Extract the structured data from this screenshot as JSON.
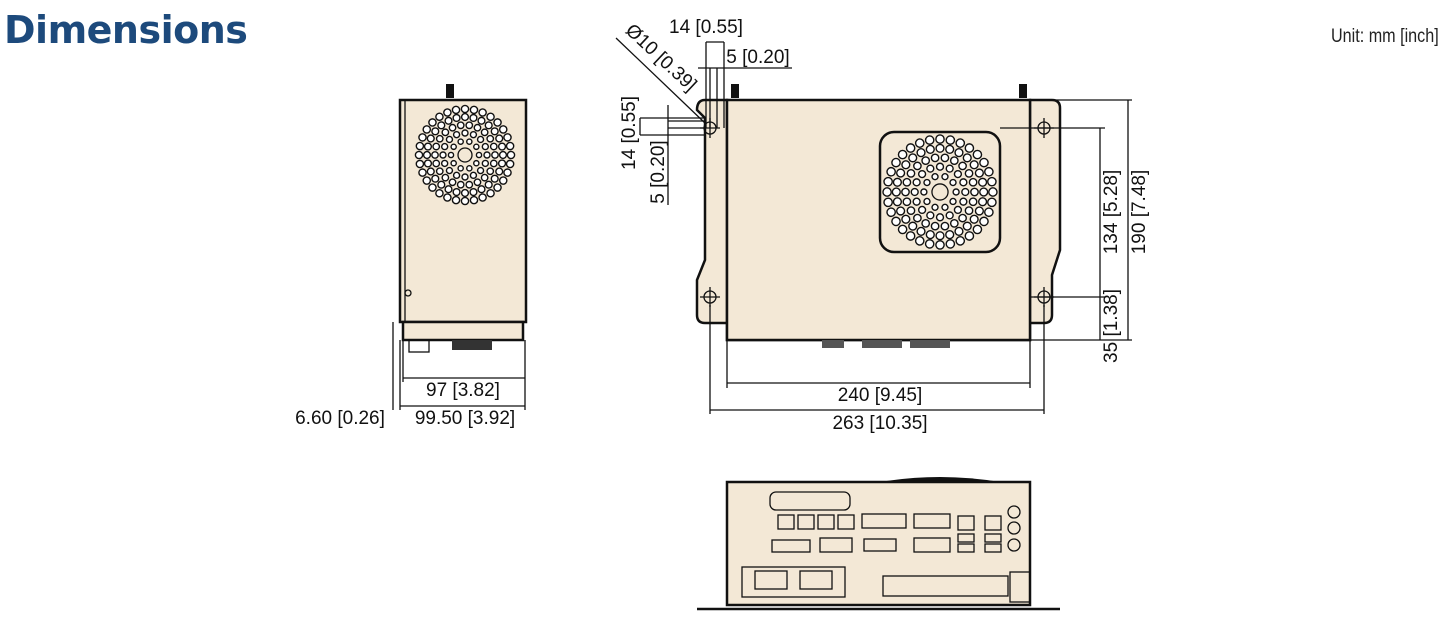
{
  "title": "Dimensions",
  "unit_label": "Unit: mm [inch]",
  "dimensions": {
    "side_depth_inner": "97 [3.82]",
    "side_depth_total": "99.50 [3.92]",
    "side_offset": "6.60 [0.26]",
    "top_width_body": "240 [9.45]",
    "top_width_total": "263 [10.35]",
    "hole_spacing_vertical": "134 [5.28]",
    "height_total": "190 [7.48]",
    "hole_offset_bottom": "35 [1.38]",
    "flange_width_top": "14 [0.55]",
    "hole_edge_top": "5 [0.20]",
    "hole_diameter": "Ø10 [0.39]",
    "flange_width_left": "14 [0.55]",
    "hole_edge_left": "5 [0.20]"
  },
  "colors": {
    "title": "#1d4a7c",
    "body": "#f3e8d6"
  }
}
